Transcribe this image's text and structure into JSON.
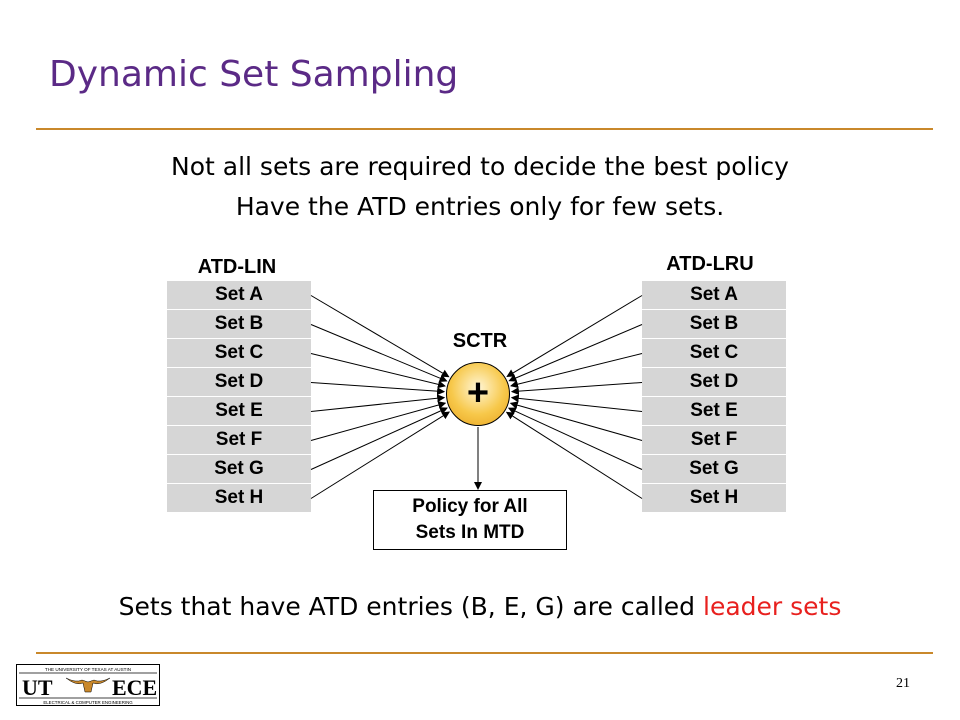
{
  "slide": {
    "title": "Dynamic Set Sampling",
    "line1": "Not all sets are required to decide the best policy",
    "line2": "Have the ATD entries only for few sets.",
    "bottom_text": "Sets that have ATD entries (B, E, G) are called ",
    "bottom_highlight": "leader sets",
    "page_number": "21",
    "accent_color": "#5b2a86",
    "rule_color": "#c9882b",
    "highlight_color": "#e8201e"
  },
  "diagram": {
    "left_label": "ATD-LIN",
    "right_label": "ATD-LRU",
    "sets": [
      "Set A",
      "Set B",
      "Set C",
      "Set D",
      "Set E",
      "Set F",
      "Set G",
      "Set H"
    ],
    "counter_label": "SCTR",
    "counter_symbol": "+",
    "policy_line1": "Policy for All",
    "policy_line2": "Sets In MTD"
  },
  "logo": {
    "text_left": "UT",
    "text_right": "ECE",
    "top_caption": "THE UNIVERSITY OF TEXAS AT AUSTIN",
    "bottom_caption": "ELECTRICAL & COMPUTER ENGINEERING",
    "icon": "longhorn-icon"
  }
}
